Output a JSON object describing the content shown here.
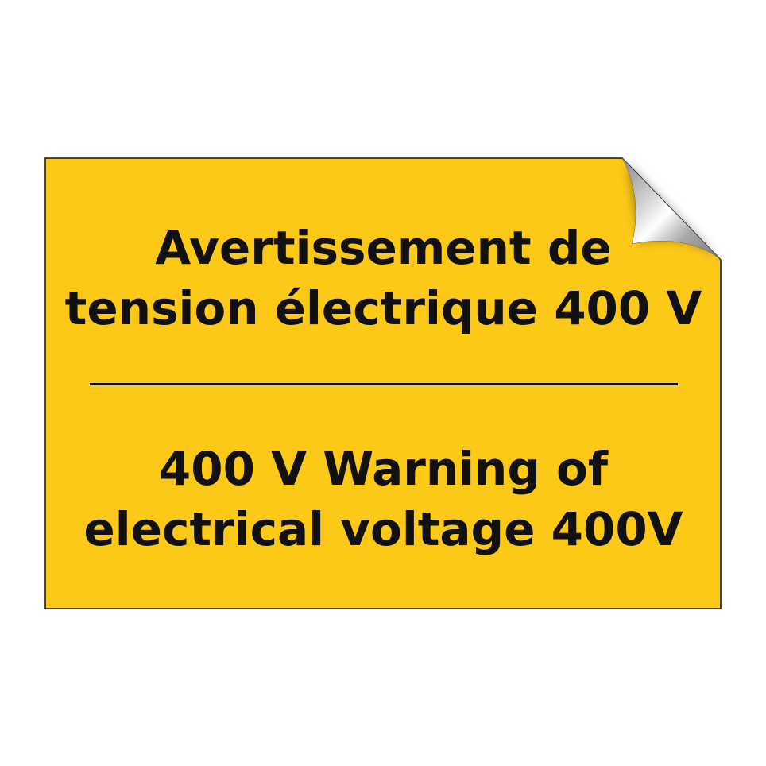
{
  "sign": {
    "background_color": "#FDC918",
    "text_color": "#111111",
    "french_line1": "Avertissement de",
    "french_line2": "tension électrique 400 V",
    "english_line1": "400 V Warning of",
    "english_line2": "electrical voltage 400V",
    "corner_icon": "peel-corner-icon"
  }
}
